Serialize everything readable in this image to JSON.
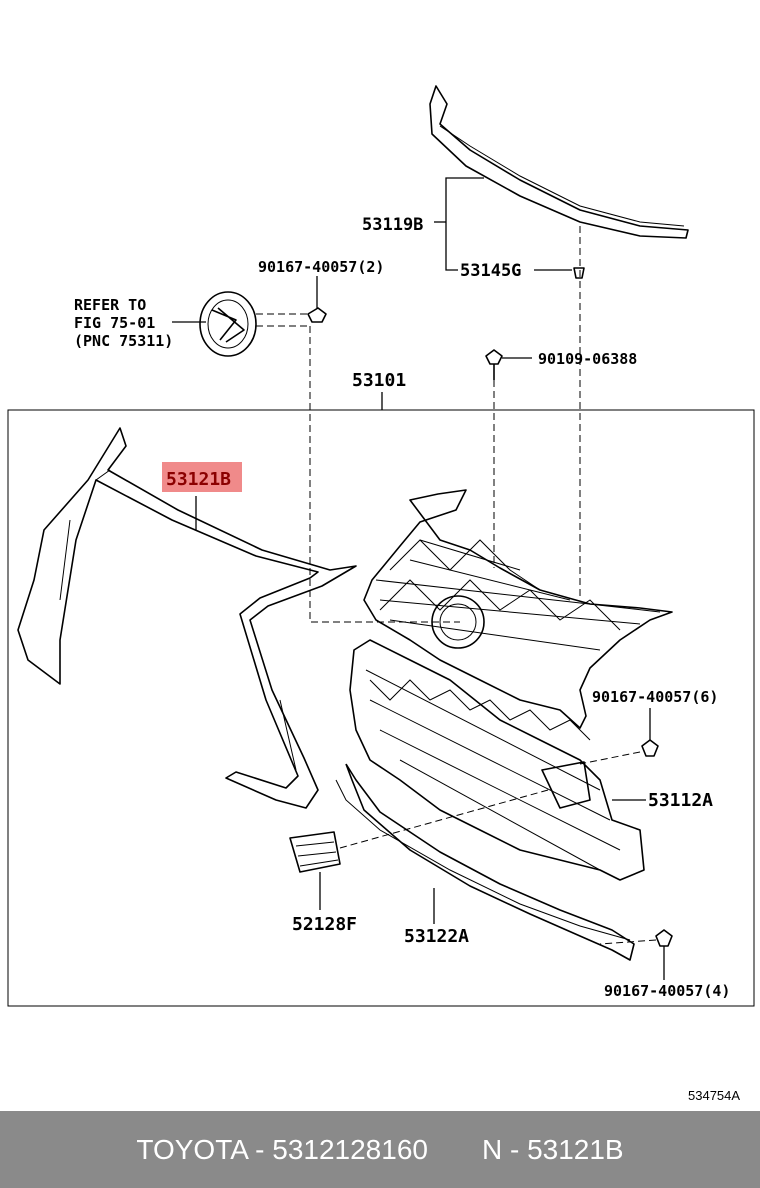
{
  "diagram": {
    "labels": {
      "p53119b": "53119B",
      "p53145g": "53145G",
      "p90167_2": "90167-40057(2)",
      "refer1": "REFER TO",
      "refer2": "FIG 75-01",
      "refer3": "(PNC 75311)",
      "p90109": "90109-06388",
      "p53101": "53101",
      "p53121b": "53121B",
      "p90167_6": "90167-40057(6)",
      "p53112a": "53112A",
      "p52128f": "52128F",
      "p53122a": "53122A",
      "p90167_4": "90167-40057(4)",
      "code": "534754A"
    },
    "highlight_color": "#f08a8a"
  },
  "footer": {
    "brand": "TOYOTA - 5312128160",
    "part": "N - 53121B"
  }
}
